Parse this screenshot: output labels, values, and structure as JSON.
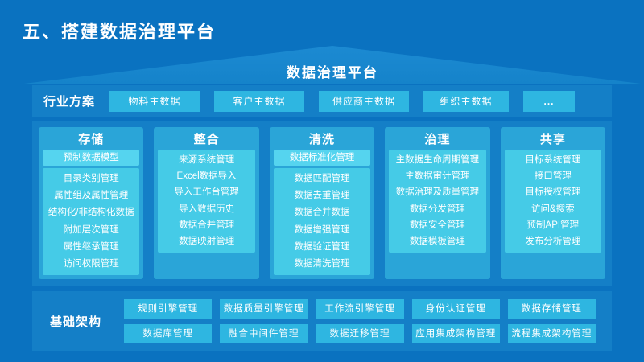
{
  "title": "五、搭建数据治理平台",
  "banner": {
    "title": "数据治理平台"
  },
  "industry": {
    "label": "行业方案",
    "buttons": [
      {
        "label": "物料主数据"
      },
      {
        "label": "客户主数据"
      },
      {
        "label": "供应商主数据"
      },
      {
        "label": "组织主数据"
      },
      {
        "label": "..."
      }
    ]
  },
  "pillars": [
    {
      "header": "存储",
      "highlight": "预制数据模型",
      "items": [
        "目录类别管理",
        "属性组及属性管理",
        "结构化/非结构化数据",
        "附加层次管理",
        "属性继承管理",
        "访问权限管理"
      ]
    },
    {
      "header": "整合",
      "items": [
        "来源系统管理",
        "Excel数据导入",
        "导入工作台管理",
        "导入数据历史",
        "数据合并管理",
        "数据映射管理"
      ]
    },
    {
      "header": "清洗",
      "highlight": "数据标准化管理",
      "items": [
        "数据匹配管理",
        "数据去重管理",
        "数据合并数据",
        "数据增强管理",
        "数据验证管理",
        "数据清洗管理"
      ]
    },
    {
      "header": "治理",
      "items": [
        "主数据生命周期管理",
        "主数据审计管理",
        "数据治理及质量管理",
        "数据分发管理",
        "数据安全管理",
        "数据模板管理"
      ]
    },
    {
      "header": "共享",
      "items": [
        "目标系统管理",
        "接口管理",
        "目标授权管理",
        "访问&搜索",
        "预制API管理",
        "发布分析管理"
      ]
    }
  ],
  "infrastructure": {
    "label": "基础架构",
    "rows": [
      [
        "规则引擎管理",
        "数据质量引擎管理",
        "工作流引擎管理",
        "身份认证管理",
        "数据存储管理"
      ],
      [
        "数据库管理",
        "融合中间件管理",
        "数据迁移管理",
        "应用集成架构管理",
        "流程集成架构管理"
      ]
    ]
  },
  "colors": {
    "background": "#0a72c0",
    "section_bg": "#147fc7",
    "roof_bg": "#1583ca",
    "pillar_bg": "#2aa5d8",
    "panel_bg": "#45cbe7",
    "highlight_bg": "#55d4ef",
    "chip_bg": "#2eb6e1",
    "text": "#ffffff"
  }
}
